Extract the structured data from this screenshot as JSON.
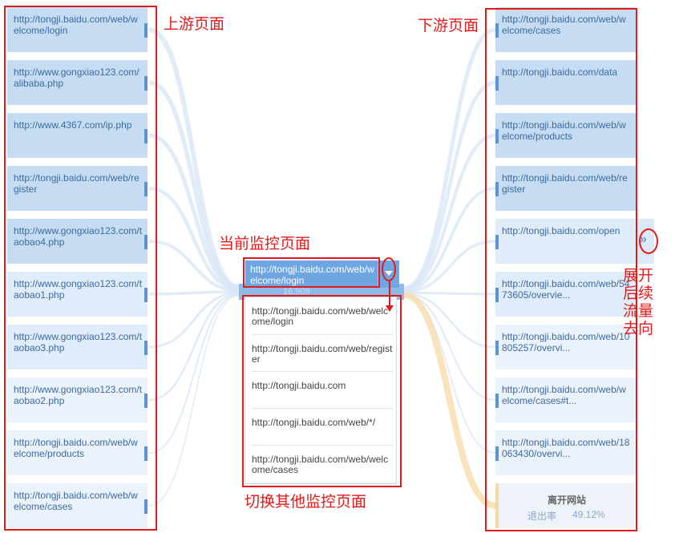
{
  "annotations": {
    "upstream": "上游页面",
    "downstream": "下游页面",
    "current_monitor": "当前监控页面",
    "expand_more": "展开后续流量去向",
    "switch_monitor": "切换其他监控页面"
  },
  "upstream_pages": [
    {
      "url": "http://tongji.baidu.com/web/welcome/login"
    },
    {
      "url": "http://www.gongxiao123.com/alibaba.php"
    },
    {
      "url": "http://www.4367.com/ip.php"
    },
    {
      "url": "http://tongji.baidu.com/web/register"
    },
    {
      "url": "http://www.gongxiao123.com/taobao4.php"
    },
    {
      "url": "http://www.gongxiao123.com/taobao1.php"
    },
    {
      "url": "http://www.gongxiao123.com/taobao3.php"
    },
    {
      "url": "http://www.gongxiao123.com/taobao2.php"
    },
    {
      "url": "http://tongji.baidu.com/web/welcome/products"
    },
    {
      "url": "http://tongji.baidu.com/web/welcome/cases"
    }
  ],
  "downstream_pages": [
    {
      "url": "http://tongji.baidu.com/web/welcome/cases"
    },
    {
      "url": "http://tongji.baidu.com/data"
    },
    {
      "url": "http://tongji.baidu.com/web/welcome/products"
    },
    {
      "url": "http://tongji.baidu.com/web/register"
    },
    {
      "url": "http://tongji.baidu.com/open"
    },
    {
      "url": "http://tongji.baidu.com/web/5473605/overvie..."
    },
    {
      "url": "http://tongji.baidu.com/web/10805257/overvi..."
    },
    {
      "url": "http://tongji.baidu.com/web/welcome/cases#t..."
    },
    {
      "url": "http://tongji.baidu.com/web/18063430/overvi..."
    }
  ],
  "current_page": {
    "url": "http://tongji.baidu.com/web/welcome/login",
    "partial_value": "16,909"
  },
  "dropdown_options": [
    "http://tongji.baidu.com/web/welcome/login",
    "http://tongji.baidu.com/web/register",
    "http://tongji.baidu.com",
    "http://tongji.baidu.com/web/*/",
    "http://tongji.baidu.com/web/welcome/cases"
  ],
  "exit": {
    "title": "离开网站",
    "rate_label": "退出率",
    "rate_value": "49.12%"
  },
  "icons": {
    "expand": "double-chevron-right-icon",
    "dropdown": "caret-down-icon"
  },
  "colors": {
    "annotation": "#e11b1b",
    "box_bg_top": "#c5dcf3",
    "box_bg_bottom": "#eaf2fb",
    "link_text": "#3d6a9e",
    "flow": "#d7e6f6",
    "exit_flow": "#f7d9a6"
  }
}
